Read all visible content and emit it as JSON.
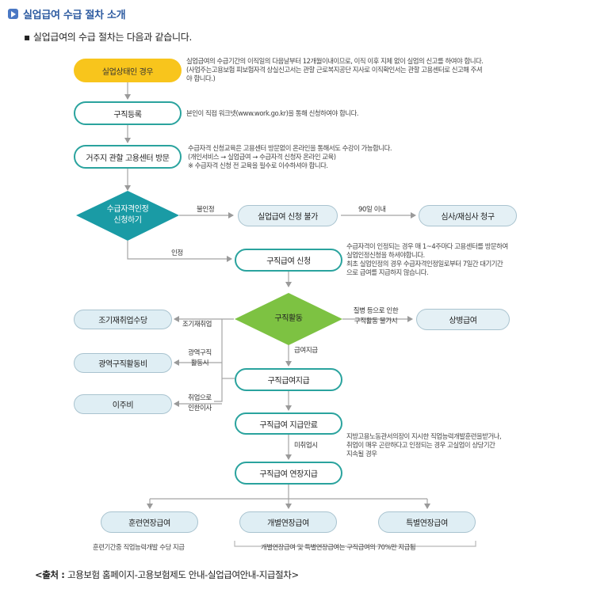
{
  "header": {
    "title": "실업급여 수급 절차 소개",
    "intro": "실업급여의 수급 절차는 다음과 같습니다."
  },
  "colors": {
    "title": "#2c5aa0",
    "start_box": "#f8c51c",
    "box_border": "#2aa39e",
    "diamond_teal": "#1a9ba5",
    "diamond_green": "#7dc242",
    "light_box": "#dfeef4"
  },
  "flow": {
    "unemployed": {
      "label": "실업상태인 경우",
      "desc": [
        "실업급여의 수급기간의 이직일의 다음날부터 12개월이내이므로, 이직 이후 지체 없이 실업의 신고를 하여야 합니다.",
        "(사업주는고용보험 피보험자격 상실신고서는 관할 근로복지공단 지사로 이직확인서는 관할 고용센터로 신고해 주셔",
        "야 합니다.)"
      ]
    },
    "register": {
      "label": "구직등록",
      "desc": [
        "본인이 직접 워크넷(www.work.go.kr)을 통해 신청하여야 합니다."
      ]
    },
    "visit_center": {
      "label": "거주지 관할 고용센터 방문",
      "desc": [
        "수급자격 신청교육은 고용센터 방문없이 온라인을 통해서도 수강이 가능합니다.",
        "(개인서비스 → 실업급여 → 수급자격 신청자 온라인 교육)",
        "※ 수급자격 신청 전 교육을 필수로 이수하셔야 합니다."
      ]
    },
    "eligibility_decision": {
      "label": "수급자격인정\n신청하기",
      "no_label": "불인정",
      "yes_label": "인정"
    },
    "not_eligible": {
      "label": "실업급여 신청 불가"
    },
    "within_90": {
      "label": "90일 이내"
    },
    "appeal": {
      "label": "심사/재심사 청구"
    },
    "job_seeking_apply": {
      "label": "구직급여 신청",
      "desc": [
        "수급자격이 인정되는 경우 매 1~4주마다 고용센터를 방문하여",
        "실업인정신청을 하셔야합니다.",
        "최초 실업인정의 경우 수급자격인정일로부터 7일간 대기기간",
        "으로 급여를 지급하지 않습니다."
      ]
    },
    "job_activity": {
      "label": "구직활동"
    },
    "sickness_label": [
      "질병 등으로 인한",
      "구직활동 불가시"
    ],
    "sickness_benefit": {
      "label": "상병급여"
    },
    "early_reemployment": {
      "label": "조기재취업수당",
      "condition": "조기재취업"
    },
    "wide_area": {
      "label": "광역구직활동비",
      "condition": [
        "광역구직",
        "활동시"
      ]
    },
    "relocation": {
      "label": "이주비",
      "condition": [
        "취업으로",
        "인한이사"
      ]
    },
    "payment_label": "급여지급",
    "payment": {
      "label": "구직급여지급"
    },
    "payment_end": {
      "label": "구직급여 지급만료",
      "desc": [
        "지방고용노동관서의장이 지시한 직업능력개발훈련을받거나,",
        "취업이 매우 곤란하다고 인정되는 경우 고실업이 상당기간",
        "지속될 경우"
      ],
      "unemployed_label": "미취업시"
    },
    "extension": {
      "label": "구직급여 연장지급"
    },
    "training_ext": {
      "label": "훈련연장급여",
      "note": "훈련기간중 직업능력개발 수당 지급"
    },
    "individual_ext": {
      "label": "개별연장급여"
    },
    "special_ext": {
      "label": "특별연장급여"
    },
    "ext_note": "개별연장급여 및 특별연장급여는 구직급여의 70%만 지급됨"
  },
  "source": {
    "prefix": "<출처 : ",
    "text": "고용보험 홈페이지-고용보험제도 안내-실업급여안내-지급절차>"
  }
}
